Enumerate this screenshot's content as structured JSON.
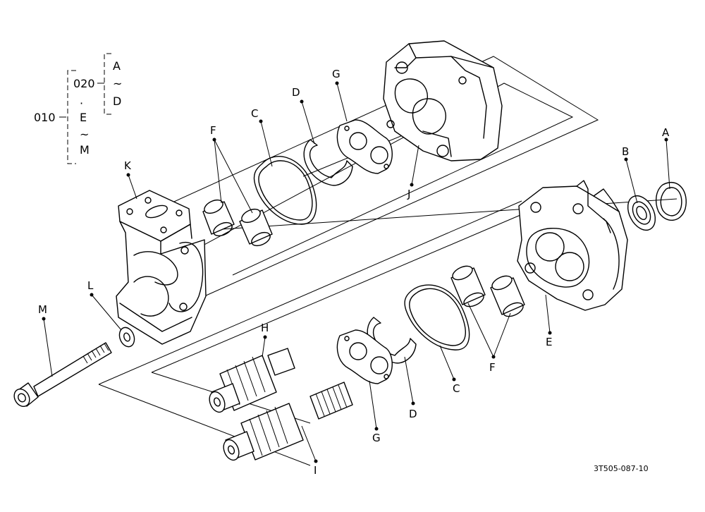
{
  "assembly_tree": {
    "root": "010",
    "sub": "020",
    "sub_from": "A",
    "sub_tilde": "~",
    "sub_to": "D",
    "dot": "·",
    "from": "E",
    "tilde": "~",
    "to": "M"
  },
  "labels": {
    "A": "A",
    "B": "B",
    "C1": "C",
    "C2": "C",
    "D1": "D",
    "D2": "D",
    "E": "E",
    "F1": "F",
    "F2": "F",
    "G1": "G",
    "G2": "G",
    "H": "H",
    "I": "I",
    "J": "J",
    "K": "K",
    "L": "L",
    "M": "M"
  },
  "drawing_code": "3T505-087-10"
}
